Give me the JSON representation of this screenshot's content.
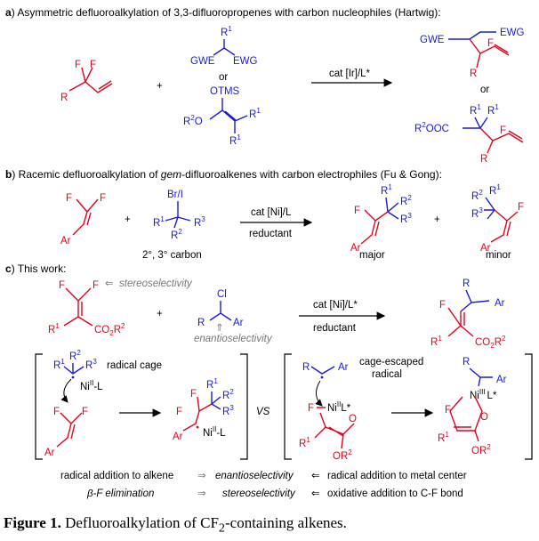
{
  "section_a": {
    "letter": "a",
    "title": ") Asymmetric defluoroalkylation of 3,3-difluoropropenes with carbon nucleophiles (Hartwig):",
    "substrate_F1": "F",
    "substrate_F2": "F",
    "substrate_R": "R",
    "plus": "+",
    "nuc1_R": "R",
    "nuc1_R_sup": "1",
    "nuc1_left": "GWE",
    "nuc1_right": "EWG",
    "or1": "or",
    "nuc2_otms": "OTMS",
    "nuc2_R2O": "R",
    "nuc2_R2O_sup": "2",
    "nuc2_O": "O",
    "nuc2_R1a": "R",
    "nuc2_R1a_sup": "1",
    "nuc2_R1b": "R",
    "nuc2_R1b_sup": "1",
    "conditions": "cat [Ir]/L*",
    "prod1_gwe": "GWE",
    "prod1_ewg": "EWG",
    "prod1_F": "F",
    "prod1_R": "R",
    "or2": "or",
    "prod2_R1a": "R",
    "prod2_R1a_sup": "1",
    "prod2_R1b": "R",
    "prod2_R1b_sup": "1",
    "prod2_ooc_R": "R",
    "prod2_ooc_sup": "2",
    "prod2_ooc": "OOC",
    "prod2_F": "F",
    "prod2_R": "R"
  },
  "section_b": {
    "letter": "b",
    "title_pre": ") Racemic defluoroalkylation of ",
    "title_italic": "gem",
    "title_post": "-difluoroalkenes with carbon electrophiles (Fu & Gong):",
    "sub_F1": "F",
    "sub_F2": "F",
    "sub_Ar": "Ar",
    "plus": "+",
    "halide": "Br/I",
    "el_R1": "R",
    "el_R1_sup": "1",
    "el_R2": "R",
    "el_R2_sup": "2",
    "el_R3": "R",
    "el_R3_sup": "3",
    "carbon_note": "2°, 3° carbon",
    "conditions_top": "cat [Ni]/L",
    "conditions_bottom": "reductant",
    "maj_R1": "R",
    "maj_R1_sup": "1",
    "maj_R2": "R",
    "maj_R2_sup": "2",
    "maj_R3": "R",
    "maj_R3_sup": "3",
    "maj_F": "F",
    "maj_Ar": "Ar",
    "major": "major",
    "plus2": "+",
    "min_R2": "R",
    "min_R2_sup": "2",
    "min_R1": "R",
    "min_R1_sup": "1",
    "min_R3": "R",
    "min_R3_sup": "3",
    "min_F": "F",
    "min_Ar": "Ar",
    "minor": "minor"
  },
  "section_c": {
    "letter": "c",
    "title": ") This work:",
    "sub_F1": "F",
    "sub_F2": "F",
    "sub_R1": "R",
    "sub_R1_sup": "1",
    "sub_ester": "CO",
    "sub_ester_sub": "2",
    "sub_ester_R": "R",
    "sub_ester_sup": "2",
    "stereo_note": "stereoselectivity",
    "plus": "+",
    "cl": "Cl",
    "el_R": "R",
    "el_Ar": "Ar",
    "enantio_note": "enantioselectivity",
    "conditions_top": "cat [Ni]/L*",
    "conditions_bottom": "reductant",
    "prod_R": "R",
    "prod_Ar": "Ar",
    "prod_F": "F",
    "prod_R1": "R",
    "prod_R1_sup": "1",
    "prod_ester": "CO",
    "prod_ester_sub": "2",
    "prod_ester_R": "R",
    "prod_ester_sup": "2"
  },
  "mechanism_left": {
    "r1": "R",
    "r1_sup": "1",
    "r2": "R",
    "r2_sup": "2",
    "r3": "R",
    "r3_sup": "3",
    "cage_label": "radical cage",
    "ni": "Ni",
    "ni_sup": "II",
    "ni_l": "-L",
    "alkF1": "F",
    "alkF2": "F",
    "alkAr": "Ar",
    "int_F1": "F",
    "int_F2": "F",
    "int_R1": "R",
    "int_R1_sup": "1",
    "int_R2": "R",
    "int_R2_sup": "2",
    "int_R3": "R",
    "int_R3_sup": "3",
    "int_Ar": "Ar",
    "int_ni": "Ni",
    "int_ni_sup": "II",
    "int_ni_l": "-L"
  },
  "vs": "VS",
  "mechanism_right": {
    "rad_R": "R",
    "rad_Ar": "Ar",
    "cage_escaped_1": "cage-escaped",
    "cage_escaped_2": "radical",
    "ni": "Ni",
    "ni_sup": "II",
    "ni_l": "L*",
    "cF": "F",
    "cR1": "R",
    "cR1_sup": "1",
    "cO": "O",
    "cOR": "OR",
    "cOR_sup": "2",
    "p_R": "R",
    "p_Ar": "Ar",
    "p_ni": "Ni",
    "p_ni_sup": "III",
    "p_ni_l": "L*",
    "pF": "F",
    "pR1": "R",
    "pR1_sup": "1",
    "pO": "O",
    "pOR": "OR",
    "pOR_sup": "2"
  },
  "summary": {
    "row1_left": "radical addition to alkene",
    "row1_mid": "enantioselectivity",
    "row1_right": "radical addition to metal center",
    "row2_left": "β-F elimination",
    "row2_mid": "stereoselectivity",
    "row2_right": "oxidative addition to C-F bond",
    "implies": "⇒",
    "implied_by": "⇐"
  },
  "caption": {
    "label": "Figure 1.",
    "text_pre": " Defluoroalkylation of CF",
    "text_sub": "2",
    "text_post": "-containing alkenes."
  },
  "colors": {
    "red": "#e8001c",
    "blue": "#1a1adb",
    "black": "#000000"
  }
}
